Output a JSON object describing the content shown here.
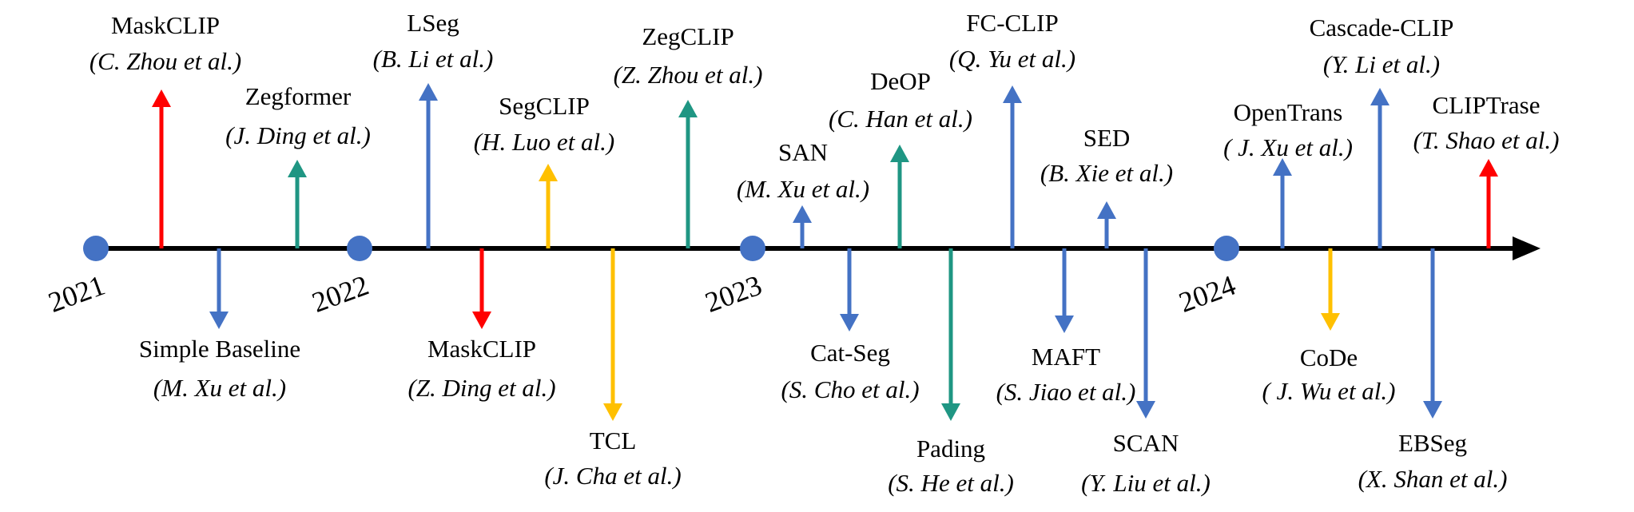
{
  "colors": {
    "red": "#ff0000",
    "blue": "#4472c4",
    "teal": "#1f9683",
    "gold": "#ffc000",
    "axis": "#000000"
  },
  "years": [
    "2021",
    "2022",
    "2023",
    "2024"
  ],
  "events": [
    {
      "name": "MaskCLIP",
      "author": "(C. Zhou et al.)",
      "color": "red",
      "side": "up"
    },
    {
      "name": "Simple Baseline",
      "author": "(M. Xu et al.)",
      "color": "blue",
      "side": "down"
    },
    {
      "name": "Zegformer",
      "author": "(J. Ding et al.)",
      "color": "teal",
      "side": "up"
    },
    {
      "name": "LSeg",
      "author": "(B. Li et al.)",
      "color": "blue",
      "side": "up"
    },
    {
      "name": "MaskCLIP",
      "author": "(Z. Ding et al.)",
      "color": "red",
      "side": "down"
    },
    {
      "name": "SegCLIP",
      "author": "(H. Luo et al.)",
      "color": "gold",
      "side": "up"
    },
    {
      "name": "TCL",
      "author": "(J. Cha et al.)",
      "color": "gold",
      "side": "down"
    },
    {
      "name": "ZegCLIP",
      "author": "(Z. Zhou et al.)",
      "color": "teal",
      "side": "up"
    },
    {
      "name": "SAN",
      "author": "(M. Xu et al.)",
      "color": "blue",
      "side": "up"
    },
    {
      "name": "Cat-Seg",
      "author": "(S. Cho et al.)",
      "color": "blue",
      "side": "down"
    },
    {
      "name": "DeOP",
      "author": "(C. Han et al.)",
      "color": "teal",
      "side": "up"
    },
    {
      "name": "Pading",
      "author": "(S. He et al.)",
      "color": "teal",
      "side": "down"
    },
    {
      "name": "FC-CLIP",
      "author": "(Q. Yu et al.)",
      "color": "blue",
      "side": "up"
    },
    {
      "name": "MAFT",
      "author": "(S. Jiao et al.)",
      "color": "blue",
      "side": "down"
    },
    {
      "name": "SED",
      "author": "(B. Xie et al.)",
      "color": "blue",
      "side": "up"
    },
    {
      "name": "SCAN",
      "author": "(Y. Liu et al.)",
      "color": "blue",
      "side": "down"
    },
    {
      "name": "OpenTrans",
      "author": "( J. Xu et al.)",
      "color": "blue",
      "side": "up"
    },
    {
      "name": "CoDe",
      "author": "( J. Wu et al.)",
      "color": "gold",
      "side": "down"
    },
    {
      "name": "Cascade-CLIP",
      "author": "(Y. Li et al.)",
      "color": "blue",
      "side": "up"
    },
    {
      "name": "EBSeg",
      "author": "(X. Shan et al.)",
      "color": "blue",
      "side": "down"
    },
    {
      "name": "CLIPTrase",
      "author": "(T. Shao et al.)",
      "color": "red",
      "side": "up"
    }
  ]
}
